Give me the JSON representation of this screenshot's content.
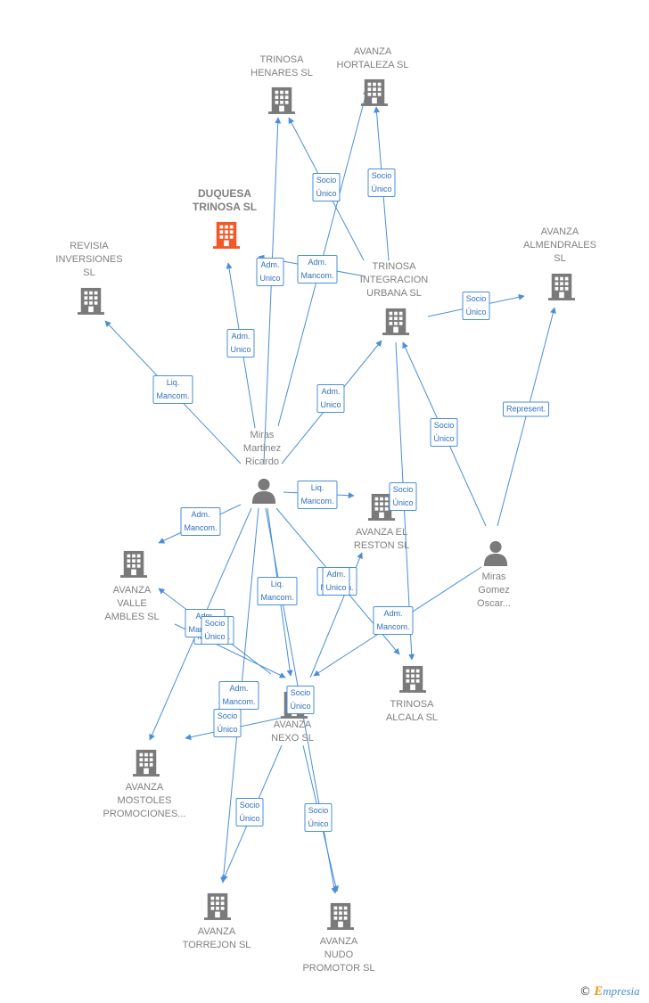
{
  "colors": {
    "edge": "#4a8fd8",
    "company": "#7a7a7a",
    "company_highlight": "#f0592a",
    "person": "#7a7a7a"
  },
  "nodes": [
    {
      "id": "trinosa_henares",
      "type": "company",
      "lines": [
        "TRINOSA",
        "HENARES  SL"
      ]
    },
    {
      "id": "avanza_hortaleza",
      "type": "company",
      "lines": [
        "AVANZA",
        "HORTALEZA  SL"
      ]
    },
    {
      "id": "duquesa_trinosa",
      "type": "company",
      "highlight": true,
      "lines": [
        "DUQUESA",
        "TRINOSA  SL"
      ]
    },
    {
      "id": "revisia",
      "type": "company",
      "lines": [
        "REVISIA",
        "INVERSIONES",
        "SL"
      ]
    },
    {
      "id": "trinosa_integracion",
      "type": "company",
      "lines": [
        "TRINOSA",
        "INTEGRACION",
        "URBANA  SL"
      ]
    },
    {
      "id": "avanza_almendrales",
      "type": "company",
      "lines": [
        "AVANZA",
        "ALMENDRALES",
        "SL"
      ]
    },
    {
      "id": "miras_martinez",
      "type": "person",
      "lines": [
        "Miras",
        "Martinez",
        "Ricardo"
      ]
    },
    {
      "id": "avanza_el_reston",
      "type": "company",
      "lines": [
        "AVANZA EL",
        "RESTON  SL"
      ]
    },
    {
      "id": "miras_gomez",
      "type": "person",
      "lines": [
        "Miras",
        "Gomez",
        "Oscar..."
      ]
    },
    {
      "id": "avanza_valle",
      "type": "company",
      "lines": [
        "AVANZA",
        "VALLE",
        "AMBLES  SL"
      ]
    },
    {
      "id": "trinosa_alcala",
      "type": "company",
      "lines": [
        "TRINOSA",
        "ALCALA  SL"
      ]
    },
    {
      "id": "avanza_nexo",
      "type": "company",
      "lines": [
        "AVANZA",
        "NEXO  SL"
      ]
    },
    {
      "id": "avanza_mostoles",
      "type": "company",
      "lines": [
        "AVANZA",
        "MOSTOLES",
        "PROMOCIONES..."
      ]
    },
    {
      "id": "avanza_torrejon",
      "type": "company",
      "lines": [
        "AVANZA",
        "TORREJON  SL"
      ]
    },
    {
      "id": "avanza_nudo",
      "type": "company",
      "lines": [
        "AVANZA",
        "NUDO",
        "PROMOTOR  SL"
      ]
    }
  ],
  "edges": [
    {
      "from": "miras_martinez",
      "to": "trinosa_henares",
      "label": [
        "Adm.",
        "Unico"
      ]
    },
    {
      "from": "miras_martinez",
      "to": "avanza_hortaleza",
      "label": [
        "Socio",
        "Único"
      ]
    },
    {
      "from": "miras_martinez",
      "to": "duquesa_trinosa",
      "label": [
        "Adm.",
        "Unico"
      ]
    },
    {
      "from": "miras_martinez",
      "to": "revisia",
      "label": [
        "Liq.",
        "Mancom."
      ]
    },
    {
      "from": "miras_martinez",
      "to": "trinosa_integracion",
      "label": [
        "Adm.",
        "Unico"
      ]
    },
    {
      "from": "trinosa_integracion",
      "to": "trinosa_henares",
      "label": [
        "Socio",
        "Único"
      ]
    },
    {
      "from": "trinosa_integracion",
      "to": "avanza_hortaleza",
      "label": [
        "Socio",
        "Único"
      ]
    },
    {
      "from": "trinosa_integracion",
      "to": "duquesa_trinosa",
      "label": [
        "Adm.",
        "Mancom."
      ]
    },
    {
      "from": "trinosa_integracion",
      "to": "avanza_almendrales",
      "label": [
        "Socio",
        "Único"
      ]
    },
    {
      "from": "miras_gomez",
      "to": "avanza_almendrales",
      "label": [
        "Represent."
      ]
    },
    {
      "from": "miras_gomez",
      "to": "trinosa_integracion",
      "label": [
        "Socio",
        "Único"
      ]
    },
    {
      "from": "trinosa_integracion",
      "to": "trinosa_alcala",
      "label": [
        "Socio",
        "Único"
      ]
    },
    {
      "from": "miras_martinez",
      "to": "avanza_el_reston",
      "label": [
        "Liq.",
        "Mancom."
      ]
    },
    {
      "from": "miras_martinez",
      "to": "avanza_valle",
      "label": [
        "Adm.",
        "Mancom."
      ]
    },
    {
      "from": "miras_martinez",
      "to": "trinosa_alcala",
      "label": [
        "Adm.",
        "Mancom."
      ]
    },
    {
      "from": "avanza_nexo",
      "to": "avanza_el_reston",
      "label": [
        "Adm.",
        "Unico"
      ]
    },
    {
      "from": "avanza_nexo",
      "to": "avanza_valle",
      "label": [
        "Adm.",
        "Mancom."
      ]
    },
    {
      "from": "avanza_nexo",
      "to": "avanza_mostoles",
      "label": [
        "Socio",
        "Único"
      ]
    },
    {
      "from": "miras_martinez",
      "to": "avanza_nexo",
      "label": [
        "Liq.",
        "Mancom."
      ]
    },
    {
      "from": "miras_martinez",
      "to": "avanza_mostoles",
      "label": [
        "Adm.",
        "Mancom."
      ]
    },
    {
      "from": "miras_gomez",
      "to": "avanza_nexo",
      "label": [
        "Adm.",
        "Mancom."
      ]
    },
    {
      "from": "avanza_nexo",
      "to": "avanza_torrejon",
      "label": [
        "Socio",
        "Único"
      ]
    },
    {
      "from": "avanza_nexo",
      "to": "avanza_nudo",
      "label": [
        "Socio",
        "Único"
      ]
    },
    {
      "from": "miras_martinez",
      "to": "avanza_torrejon",
      "label": [
        "Adm.",
        "Mancom."
      ]
    },
    {
      "from": "miras_martinez",
      "to": "avanza_nudo",
      "label": [
        "Socio",
        "Único"
      ]
    },
    {
      "from": "avanza_valle",
      "to": "avanza_nexo",
      "label": [
        "Socio",
        "Único"
      ]
    }
  ],
  "footer": {
    "symbol": "©",
    "brand_initial": "E",
    "brand_rest": "mpresia"
  }
}
